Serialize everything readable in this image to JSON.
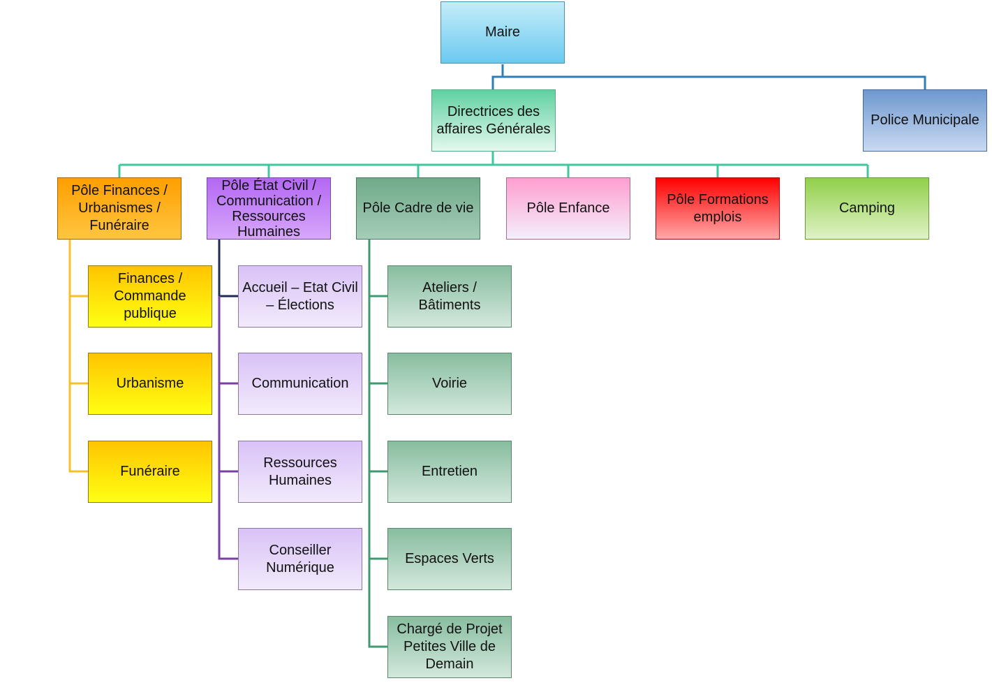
{
  "nodes": {
    "maire": {
      "label": "Maire"
    },
    "directrices": {
      "label": "Directrices des affaires Générales"
    },
    "police": {
      "label": "Police Municipale"
    },
    "pole_finances": {
      "label": "Pôle Finances / Urbanismes / Funéraire"
    },
    "finances_commande": {
      "label": "Finances / Commande publique"
    },
    "urbanisme": {
      "label": "Urbanisme"
    },
    "funeraire": {
      "label": "Funéraire"
    },
    "pole_etat_civil": {
      "label": "Pôle État Civil / Communication / Ressources Humaines"
    },
    "accueil": {
      "label": "Accueil – Etat Civil – Élections"
    },
    "communication": {
      "label": "Communication"
    },
    "ressources_humaines": {
      "label": "Ressources Humaines"
    },
    "conseiller": {
      "label": "Conseiller Numérique"
    },
    "pole_cadre": {
      "label": "Pôle Cadre de vie"
    },
    "ateliers": {
      "label": "Ateliers / Bâtiments"
    },
    "voirie": {
      "label": "Voirie"
    },
    "entretien": {
      "label": "Entretien"
    },
    "espaces_verts": {
      "label": "Espaces Verts"
    },
    "charge_projet": {
      "label": "Chargé de Projet Petites Ville de Demain"
    },
    "pole_enfance": {
      "label": "Pôle Enfance"
    },
    "pole_formations": {
      "label": "Pôle Formations emplois"
    },
    "camping": {
      "label": "Camping"
    }
  },
  "colors": {
    "line_top": "#2e7fb8",
    "line_poles": "#3fc79f",
    "line_finances": "#f5c02a",
    "line_etat_civil_first": "#1f2a55",
    "line_etat_civil": "#7a3fa0",
    "line_cadre": "#3f9a72"
  }
}
